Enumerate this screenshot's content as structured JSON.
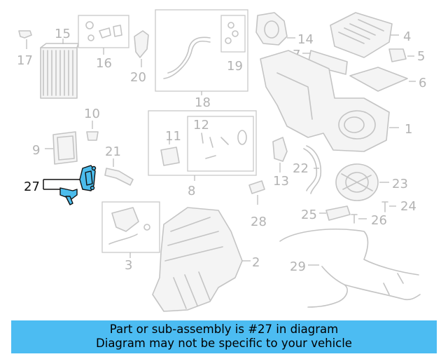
{
  "labels": {
    "l1": "1",
    "l2": "2",
    "l3": "3",
    "l4": "4",
    "l5": "5",
    "l6": "6",
    "l7": "7",
    "l8": "8",
    "l9": "9",
    "l10": "10",
    "l11": "11",
    "l12": "12",
    "l13": "13",
    "l14": "14",
    "l15": "15",
    "l16": "16",
    "l17": "17",
    "l18": "18",
    "l19": "19",
    "l20": "20",
    "l21": "21",
    "l22": "22",
    "l23": "23",
    "l24": "24",
    "l25": "25",
    "l26": "26",
    "l27": "27",
    "l28": "28",
    "l29": "29"
  },
  "highlight": {
    "part_number": "27",
    "color": "#4bbcec"
  },
  "banner": {
    "line1": "Part or sub-assembly is #27 in diagram",
    "line2": "Diagram may not be specific to your vehicle",
    "background": "#4cbcf2"
  }
}
